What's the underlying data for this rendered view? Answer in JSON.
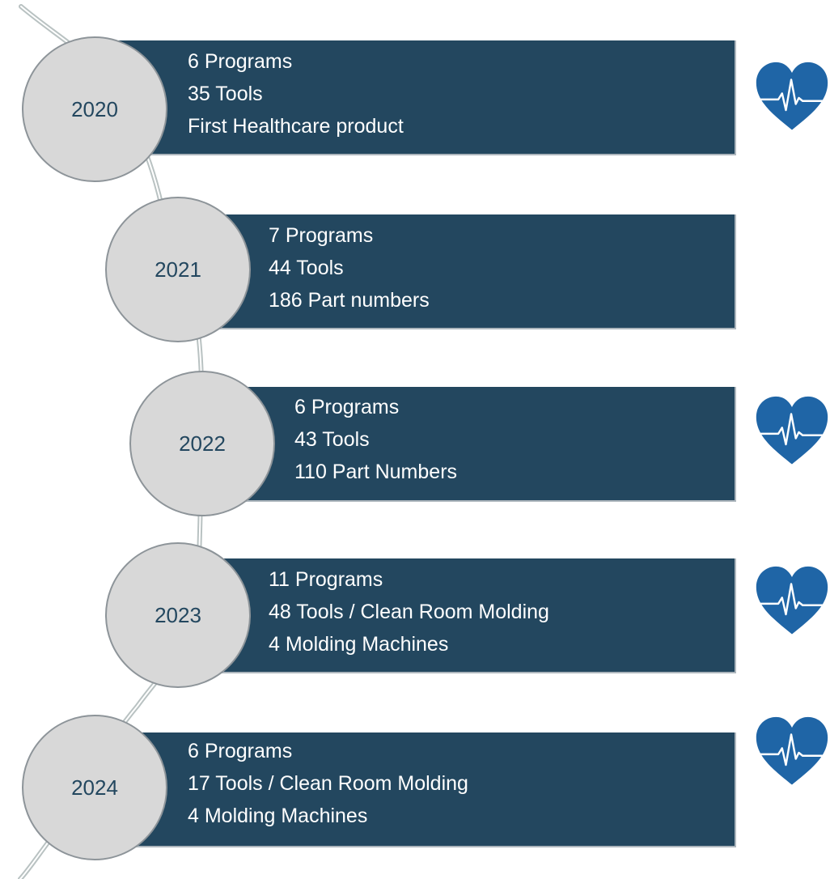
{
  "entries": [
    {
      "year": "2020",
      "lines": [
        "6 Programs",
        "35 Tools",
        "First Healthcare product"
      ],
      "has_icon": true
    },
    {
      "year": "2021",
      "lines": [
        "7 Programs",
        "44 Tools",
        "186 Part numbers"
      ],
      "has_icon": false
    },
    {
      "year": "2022",
      "lines": [
        "6 Programs",
        "43 Tools",
        "110 Part Numbers"
      ],
      "has_icon": true
    },
    {
      "year": "2023",
      "lines": [
        "11 Programs",
        "48 Tools  / Clean Room Molding",
        "4 Molding Machines"
      ],
      "has_icon": true
    },
    {
      "year": "2024",
      "lines": [
        "6 Programs",
        "17 Tools  / Clean Room Molding",
        "4 Molding Machines"
      ],
      "has_icon": true
    }
  ],
  "icon": {
    "name": "heartbeat-icon",
    "color": "#1f65a6",
    "pulse_color": "#ffffff"
  },
  "colors": {
    "bar": "#23475f",
    "bar_text": "#ffffff",
    "circle_fill": "#d8d8d8",
    "circle_border": "#8d9499",
    "year_text": "#23475f",
    "timeline_curve": "#b9c2c2"
  }
}
